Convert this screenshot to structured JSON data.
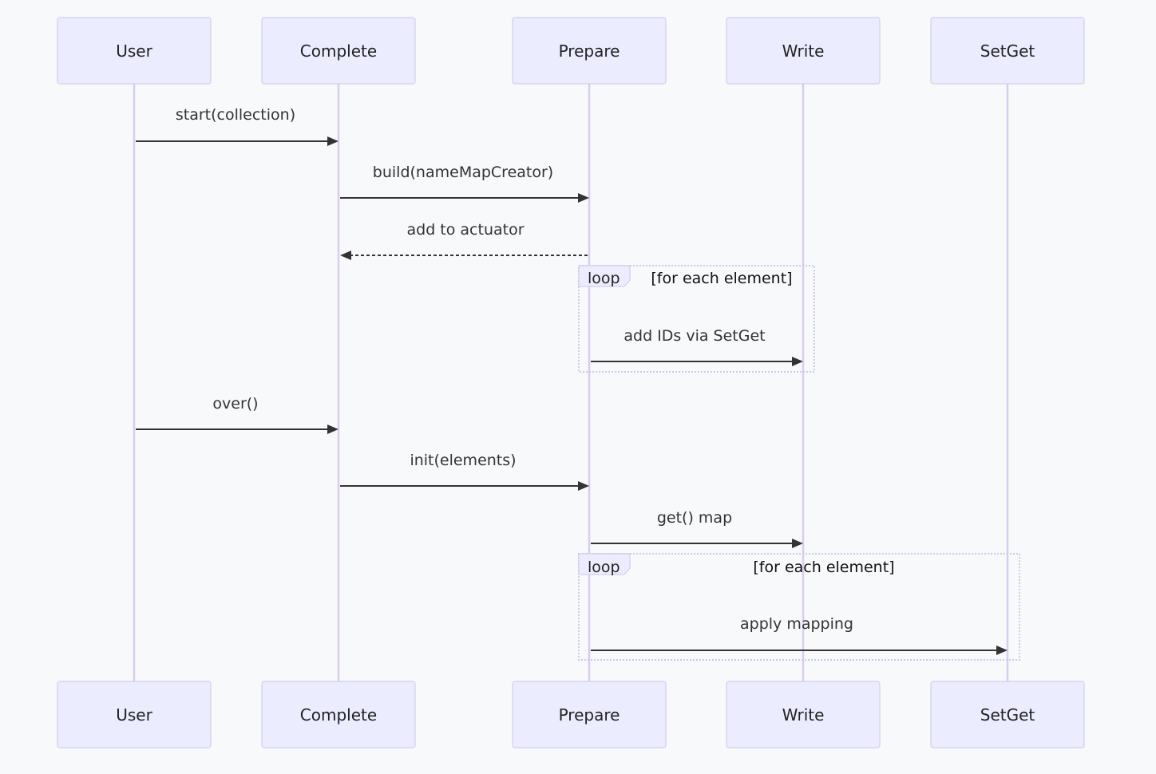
{
  "participants": [
    {
      "id": "user",
      "label": "User"
    },
    {
      "id": "complete",
      "label": "Complete"
    },
    {
      "id": "prepare",
      "label": "Prepare"
    },
    {
      "id": "write",
      "label": "Write"
    },
    {
      "id": "setget",
      "label": "SetGet"
    }
  ],
  "messages": [
    {
      "from": "user",
      "to": "complete",
      "label": "start(collection)",
      "style": "solid"
    },
    {
      "from": "complete",
      "to": "prepare",
      "label": "build(nameMapCreator)",
      "style": "solid"
    },
    {
      "from": "prepare",
      "to": "complete",
      "label": "add to actuator",
      "style": "dashed"
    },
    {
      "from": "prepare",
      "to": "write",
      "label": "add IDs via SetGet",
      "style": "solid"
    },
    {
      "from": "user",
      "to": "complete",
      "label": "over()",
      "style": "solid"
    },
    {
      "from": "complete",
      "to": "prepare",
      "label": "init(elements)",
      "style": "solid"
    },
    {
      "from": "prepare",
      "to": "write",
      "label": "get() map",
      "style": "solid"
    },
    {
      "from": "prepare",
      "to": "setget",
      "label": "apply mapping",
      "style": "solid"
    }
  ],
  "loops": [
    {
      "keyword": "loop",
      "condition": "[for each element]",
      "contains_message": 3
    },
    {
      "keyword": "loop",
      "condition": "[for each element]",
      "contains_message": 7
    }
  ],
  "colors": {
    "background": "#f8f9fb",
    "actor_fill": "#ececff",
    "actor_border": "#d4ccf0",
    "lifeline": "#d9cdee",
    "arrow": "#333333"
  }
}
